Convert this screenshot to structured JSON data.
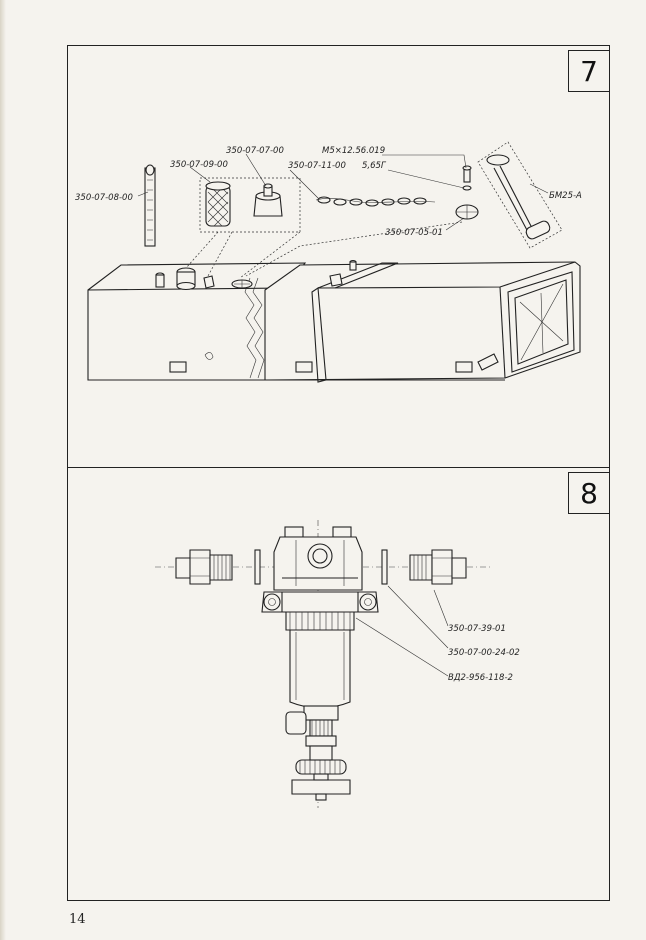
{
  "figure7": {
    "number": "7",
    "labels": {
      "dipstick": "350-07-08-00",
      "filter": "350-07-09-00",
      "cap": "350-07-07-00",
      "chain": "350-07-11-00",
      "screw": "M5×12.56.019",
      "washer": "5,65Г",
      "sender": "БМ25-А",
      "flange": "350-07-05-01"
    }
  },
  "figure8": {
    "number": "8",
    "labels": {
      "fitting": "350-07-39-01",
      "gasket": "350-07-00-24-02",
      "filter_unit": "ВД2-956-118-2"
    }
  },
  "page_number": "14"
}
